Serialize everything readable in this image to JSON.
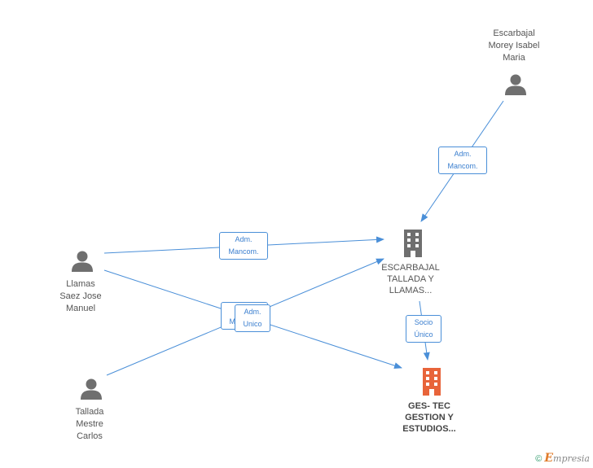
{
  "colors": {
    "edge": "#4a8fd8",
    "person": "#6f6f6f",
    "company": "#6f6f6f",
    "focus_company": "#e8643a"
  },
  "persons": {
    "escarbajal": {
      "lines": [
        "Escarbajal",
        "Morey Isabel",
        "Maria"
      ]
    },
    "llamas": {
      "lines": [
        "Llamas",
        "Saez Jose",
        "Manuel"
      ]
    },
    "tallada": {
      "lines": [
        "Tallada",
        "Mestre",
        "Carlos"
      ]
    }
  },
  "companies": {
    "escarbajal_tallada": {
      "lines": [
        "ESCARBAJAL",
        "TALLADA Y",
        "LLAMAS..."
      ]
    },
    "gestec": {
      "lines": [
        "GES- TEC",
        "GESTION Y",
        "ESTUDIOS..."
      ]
    }
  },
  "edges": {
    "e1": {
      "lines": [
        "Adm.",
        "Mancom."
      ]
    },
    "e2": {
      "lines": [
        "Adm.",
        "Mancom."
      ]
    },
    "e3": {
      "lines": [
        "Adm.",
        "Mancom."
      ]
    },
    "e4": {
      "lines": [
        "Adm.",
        "Unico"
      ]
    },
    "e5": {
      "lines": [
        "Socio",
        "Único"
      ]
    }
  },
  "footer": {
    "copyright": "©",
    "brand_initial": "E",
    "brand_rest": "mpresia"
  }
}
